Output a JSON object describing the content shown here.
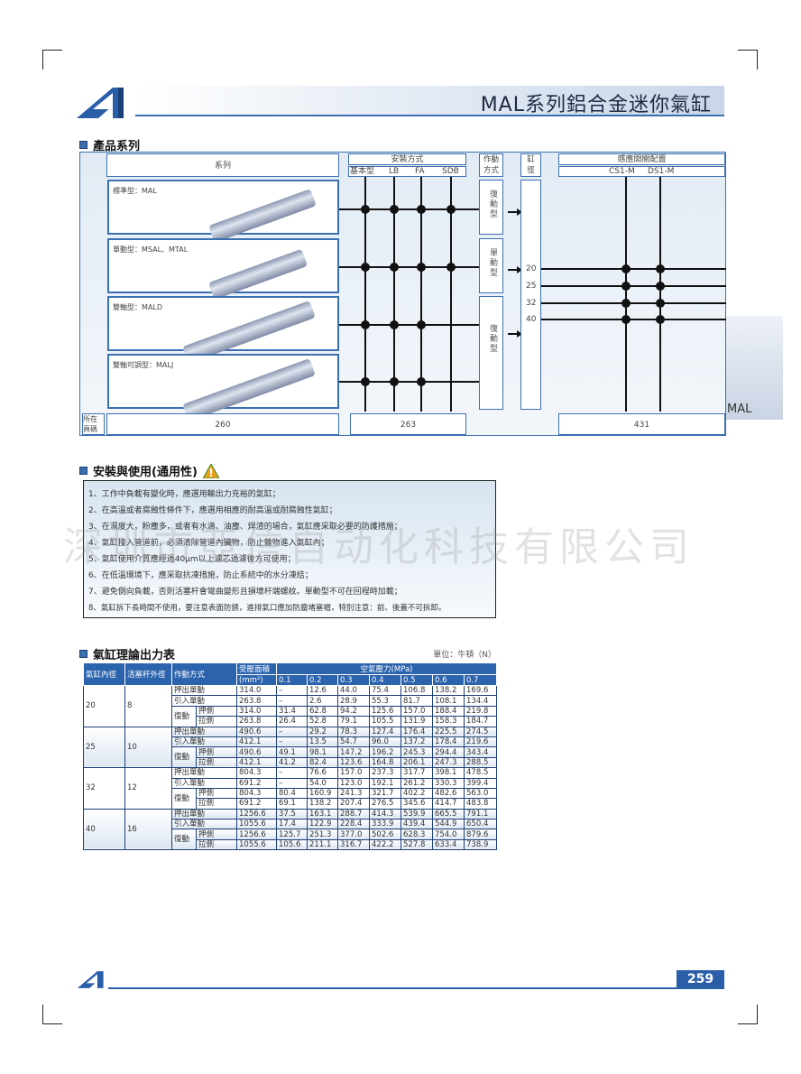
{
  "header": {
    "title": "MAL系列鋁合金迷你氣缸"
  },
  "section1": {
    "heading": "產品系列",
    "series_header": "系列",
    "mount_header": "安裝方式",
    "mount_types": [
      "基本型",
      "LB",
      "FA",
      "SDB"
    ],
    "action_header": "作動方式",
    "bore_header": "缸徑",
    "sensor_header": "感應開關配置",
    "sensor_types": [
      "CS1-M",
      "DS1-M"
    ],
    "products": [
      "標準型：MAL",
      "單動型：MSAL、MTAL",
      "雙軸型：MALD",
      "雙軸可調型：MALJ"
    ],
    "actions": [
      "復動型",
      "單動型",
      "復動型"
    ],
    "bores": [
      "20",
      "25",
      "32",
      "40"
    ],
    "page_label": "所在頁碼",
    "pages": [
      "260",
      "263",
      "431"
    ],
    "side_label": "MAL"
  },
  "section2": {
    "heading": "安裝與使用(通用性)",
    "notes": [
      "1、工作中負載有變化時，應選用輸出力充裕的氣缸；",
      "2、在高溫或者腐蝕性條件下，應選用相應的耐高溫或耐腐蝕性氣缸；",
      "3、在濕度大，粉塵多，或者有水滴、油塵、焊渣的場合，氣缸應采取必要的防護措施；",
      "4、氣缸接入管道前，必須清除管道內臟物，防止雜物進入氣缸內；",
      "5、氣缸使用介質應經過40μm以上濾芯過濾後方可使用；",
      "6、在低溫環境下，應采取抗凍措施，防止系統中的水分凍結；",
      "7、避免側向負載，否則活塞杆會彎曲變形且損壞杆端螺紋。單動型不可在回程時加載；",
      "8、氣缸拆下長時間不使用，要注意表面防銹，進排氣口應加防塵堵塞帽，特別注意：前、後蓋不可拆卸。"
    ]
  },
  "watermark": "深圳市亞信自动化科技有限公司",
  "section3": {
    "heading": "氣缸理論出力表",
    "unit": "單位：牛頓（N）",
    "headers": {
      "bore": "氣缸內徑",
      "rod": "活塞杆外徑",
      "action": "作動方式",
      "area": "受壓面積",
      "area_unit": "(mm²)",
      "pressure": "空氣壓力(MPa)",
      "pressures": [
        "0.1",
        "0.2",
        "0.3",
        "0.4",
        "0.5",
        "0.6",
        "0.7"
      ]
    },
    "action_labels": {
      "push_single": "押出單動",
      "pull_single": "引入單動",
      "double": "復動",
      "push_side": "押側",
      "pull_side": "拉側"
    },
    "groups": [
      {
        "bore": "20",
        "rod": "8",
        "rows": [
          [
            "314.0",
            "–",
            "12.6",
            "44.0",
            "75.4",
            "106.8",
            "138.2",
            "169.6"
          ],
          [
            "263.8",
            "–",
            "2.6",
            "28.9",
            "55.3",
            "81.7",
            "108.1",
            "134.4"
          ],
          [
            "314.0",
            "31.4",
            "62.8",
            "94.2",
            "125.6",
            "157.0",
            "188.4",
            "219.8"
          ],
          [
            "263.8",
            "26.4",
            "52.8",
            "79.1",
            "105.5",
            "131.9",
            "158.3",
            "184.7"
          ]
        ]
      },
      {
        "bore": "25",
        "rod": "10",
        "rows": [
          [
            "490.6",
            "–",
            "29.2",
            "78.3",
            "127.4",
            "176.4",
            "225.5",
            "274.5"
          ],
          [
            "412.1",
            "–",
            "13.5",
            "54.7",
            "96.0",
            "137.2",
            "178.4",
            "219.6"
          ],
          [
            "490.6",
            "49.1",
            "98.1",
            "147.2",
            "196.2",
            "245.3",
            "294.4",
            "343.4"
          ],
          [
            "412.1",
            "41.2",
            "82.4",
            "123.6",
            "164.8",
            "206.1",
            "247.3",
            "288.5"
          ]
        ]
      },
      {
        "bore": "32",
        "rod": "12",
        "rows": [
          [
            "804.3",
            "–",
            "76.6",
            "157.0",
            "237.3",
            "317.7",
            "398.1",
            "478.5"
          ],
          [
            "691.2",
            "–",
            "54.0",
            "123.0",
            "192.1",
            "261.2",
            "330.3",
            "399.4"
          ],
          [
            "804.3",
            "80.4",
            "160.9",
            "241.3",
            "321.7",
            "402.2",
            "482.6",
            "563.0"
          ],
          [
            "691.2",
            "69.1",
            "138.2",
            "207.4",
            "276.5",
            "345.6",
            "414.7",
            "483.8"
          ]
        ]
      },
      {
        "bore": "40",
        "rod": "16",
        "rows": [
          [
            "1256.6",
            "37.5",
            "163.1",
            "288.7",
            "414.3",
            "539.9",
            "665.5",
            "791.1"
          ],
          [
            "1055.6",
            "17.4",
            "122.9",
            "228.4",
            "333.9",
            "439.4",
            "544.9",
            "650.4"
          ],
          [
            "1256.6",
            "125.7",
            "251.3",
            "377.0",
            "502.6",
            "628.3",
            "754.0",
            "879.6"
          ],
          [
            "1055.6",
            "105.6",
            "211.1",
            "316.7",
            "422.2",
            "527.8",
            "633.4",
            "738.9"
          ]
        ]
      }
    ]
  },
  "footer": {
    "page_number": "259"
  },
  "colors": {
    "brand": "#2b5ea8",
    "header_blue": "#2b63ad"
  }
}
